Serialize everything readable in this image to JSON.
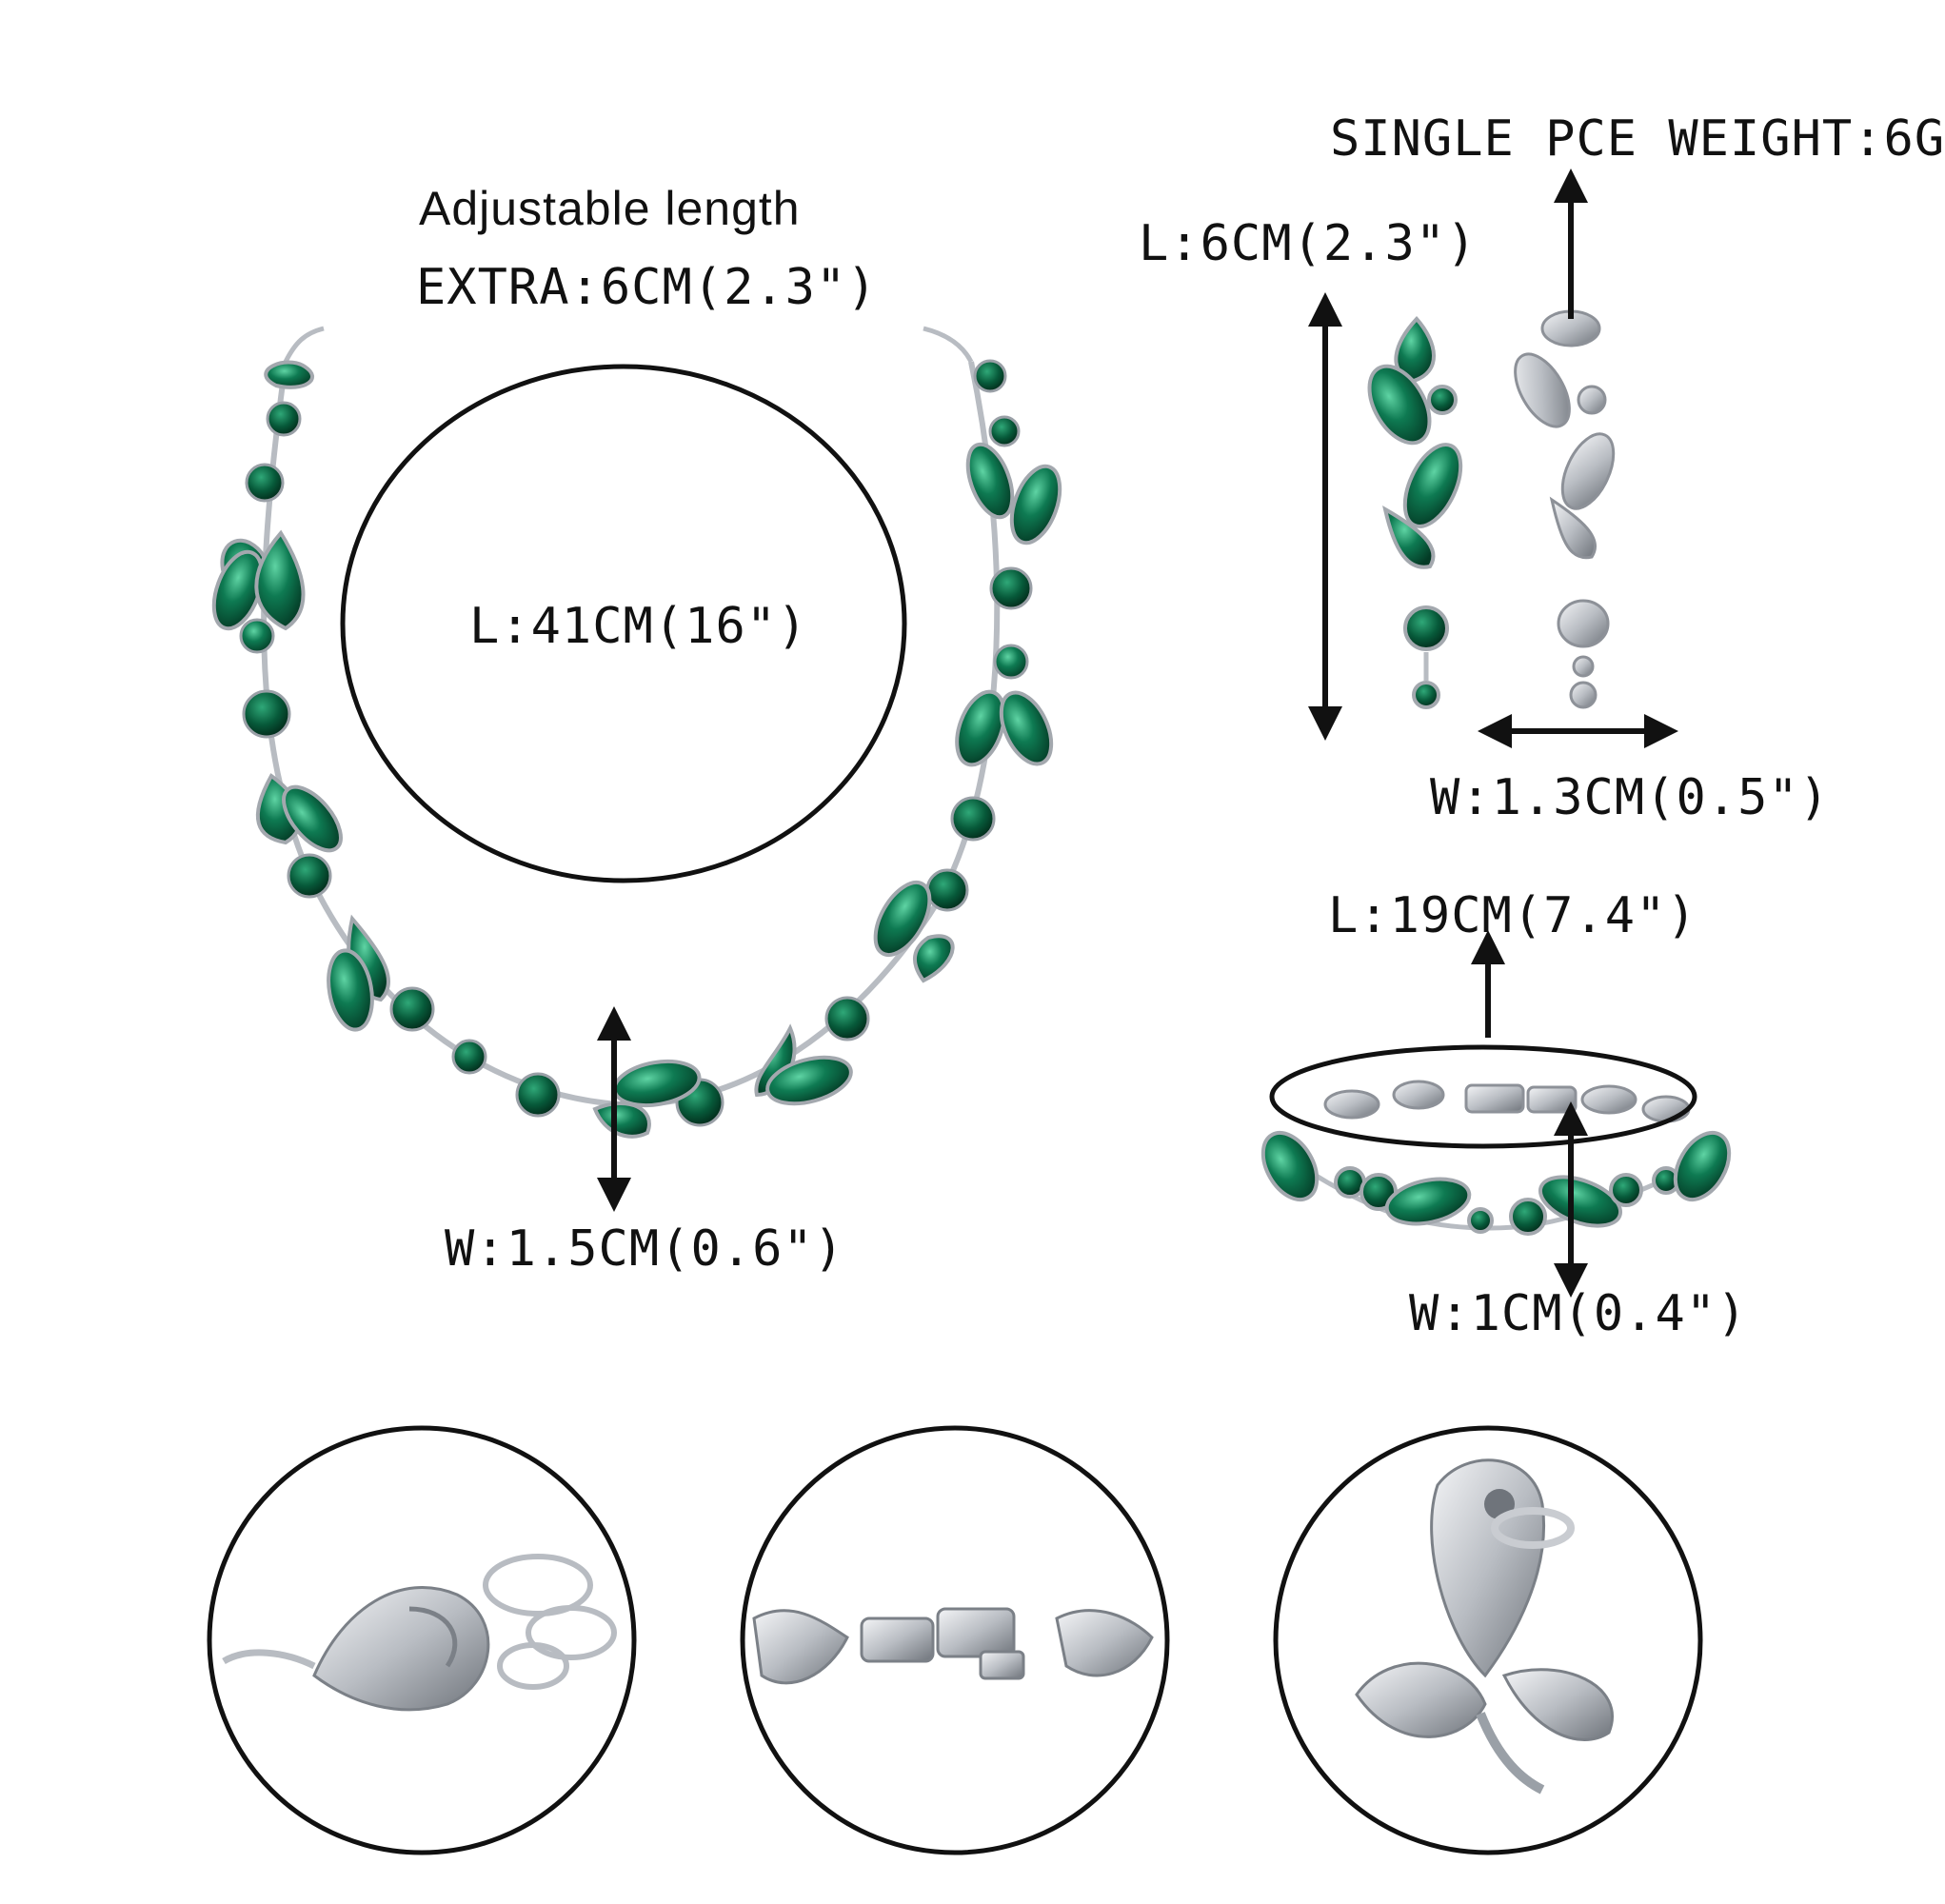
{
  "necklace": {
    "adjustable_label": "Adjustable length",
    "extra_label": "EXTRA:6CM(2.3\")",
    "length_label": "L:41CM(16\")",
    "width_label": "W:1.5CM(0.6\")"
  },
  "earring": {
    "weight_label": "SINGLE PCE WEIGHT:6G",
    "length_label": "L:6CM(2.3\")",
    "width_label": "W:1.3CM(0.5\")"
  },
  "bracelet": {
    "length_label": "L:19CM(7.4\")",
    "width_label": "W:1CM(0.4\")"
  },
  "colors": {
    "emerald": "#0e7a52",
    "emerald_dark": "#075a3a",
    "silver": "#c9ccd1",
    "silver_dark": "#8d9198",
    "line": "#111111"
  },
  "details": [
    {
      "icon": "lobster-clasp-icon"
    },
    {
      "icon": "fold-over-clasp-icon"
    },
    {
      "icon": "earring-post-icon"
    }
  ]
}
